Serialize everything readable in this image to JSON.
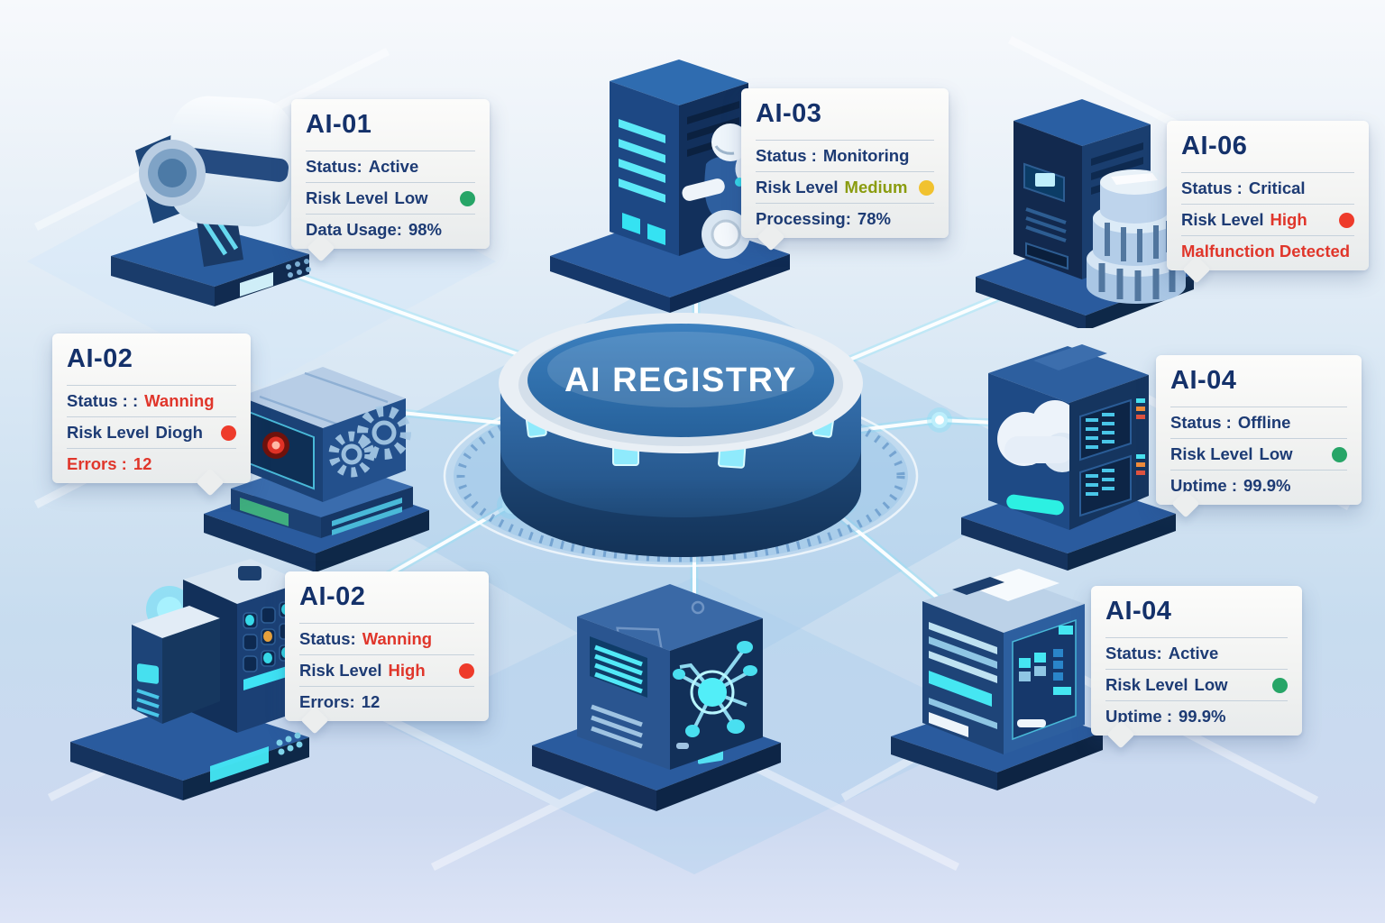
{
  "hub": {
    "label": "AI REGISTRY"
  },
  "cards": [
    {
      "id": "AI-01",
      "position": "top-left",
      "rows": [
        {
          "label": "Status:",
          "value": "Active"
        },
        {
          "label": "Risk Level",
          "value": "Low",
          "dot": "green"
        },
        {
          "label": "Data Usage:",
          "value": "98%"
        }
      ]
    },
    {
      "id": "AI-03",
      "position": "top-middle",
      "rows": [
        {
          "label": "Status :",
          "value": "Monitoring"
        },
        {
          "label": "Risk Level",
          "value": "Medium",
          "dot": "yellow"
        },
        {
          "label": "Processing:",
          "value": "78%"
        }
      ]
    },
    {
      "id": "AI-06",
      "position": "top-right",
      "rows": [
        {
          "label": "Status :",
          "value": "Critical"
        },
        {
          "label": "Risk Level",
          "value": "High",
          "dot": "red"
        },
        {
          "label": "Malfunction Detected",
          "value": ""
        }
      ]
    },
    {
      "id": "AI-02",
      "position": "middle-left",
      "rows": [
        {
          "label": "Status : :",
          "value": "Wanning"
        },
        {
          "label": "Risk Level",
          "value": "Diogh",
          "dot": "red"
        },
        {
          "label": "Errors :",
          "value": "12"
        }
      ]
    },
    {
      "id": "AI-04",
      "position": "middle-right",
      "rows": [
        {
          "label": "Status :",
          "value": "Offline"
        },
        {
          "label": "Risk Level",
          "value": "Low",
          "dot": "green"
        },
        {
          "label": "Uptime :",
          "value": "99.9%"
        }
      ]
    },
    {
      "id": "AI-02",
      "position": "bottom-left",
      "rows": [
        {
          "label": "Status:",
          "value": "Wanning"
        },
        {
          "label": "Risk Level",
          "value": "High",
          "dot": "red"
        },
        {
          "label": "Errors:",
          "value": "12"
        }
      ]
    },
    {
      "id": "AI-04",
      "position": "bottom-right",
      "rows": [
        {
          "label": "Status:",
          "value": "Active"
        },
        {
          "label": "Risk Level",
          "value": "Low",
          "dot": "green"
        },
        {
          "label": "Uptime :",
          "value": "99.9%"
        }
      ]
    }
  ],
  "devices": [
    {
      "name": "robot-head",
      "position": "top-left"
    },
    {
      "name": "server-tower-with-robot",
      "position": "top-middle"
    },
    {
      "name": "server-tower-with-turbine",
      "position": "top-right"
    },
    {
      "name": "gear-machine-red-alert",
      "position": "middle-left"
    },
    {
      "name": "cloud-server",
      "position": "middle-right"
    },
    {
      "name": "data-center-building",
      "position": "bottom-left"
    },
    {
      "name": "circuit-core-cube",
      "position": "bottom-middle"
    },
    {
      "name": "control-panel-cube",
      "position": "bottom-right"
    }
  ],
  "colors": {
    "status_ok_dot": "#27a567",
    "status_warn_dot": "#f1c22f",
    "status_alert_dot": "#ee3b2b",
    "alert_text": "#e0362b",
    "medium_text": "#8a9c0f",
    "navy_text": "#1d3b74",
    "hub_disc": "#2e74b4",
    "connector_line": "#ffffff",
    "node_glow": "#7fe3fa"
  }
}
